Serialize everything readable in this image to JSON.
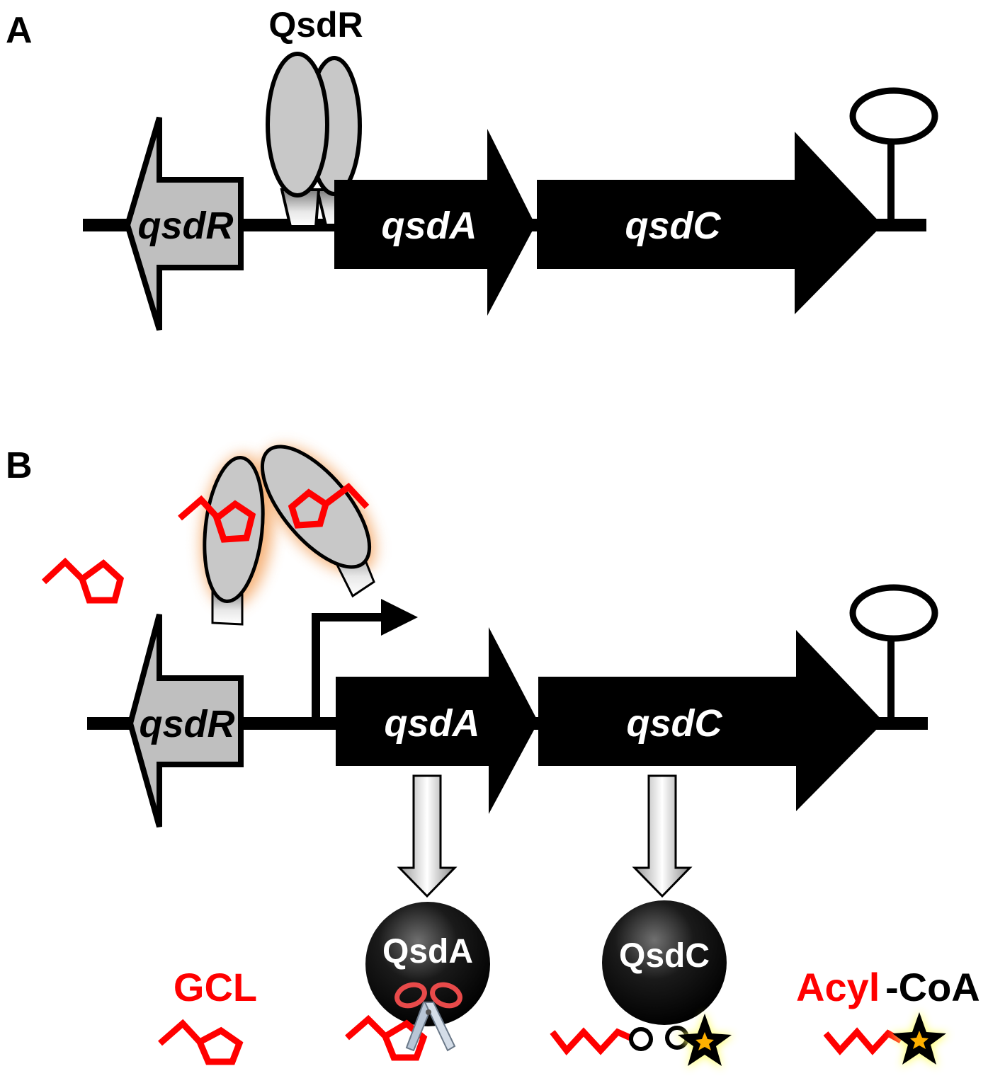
{
  "panels": {
    "a": {
      "letter": "A",
      "regulator": "QsdR",
      "genes": {
        "regulator_gene": "qsdR",
        "first_gene": "qsdA",
        "second_gene": "qsdC"
      }
    },
    "b": {
      "letter": "B",
      "genes": {
        "regulator_gene": "qsdR",
        "first_gene": "qsdA",
        "second_gene": "qsdC"
      },
      "enzymes": {
        "first": "QsdA",
        "second": "QsdC"
      },
      "products": {
        "gcl": "GCL",
        "acyl": "Acyl",
        "coa": "-CoA"
      }
    }
  },
  "colors": {
    "dna": "#000000",
    "regulator_gene_fill": "#bfbfbf",
    "operon_gene_fill": "#000000",
    "protein_fill": "#c8c8c8",
    "ligand": "#ff0000",
    "glow": "#f4a460",
    "star_glow": "#ffff66",
    "star_inner": "#ffb000"
  },
  "icons": [
    "terminator-icon",
    "promoter-arrow-icon",
    "scissors-icon",
    "star-icon",
    "pentagon-ligand-icon"
  ]
}
